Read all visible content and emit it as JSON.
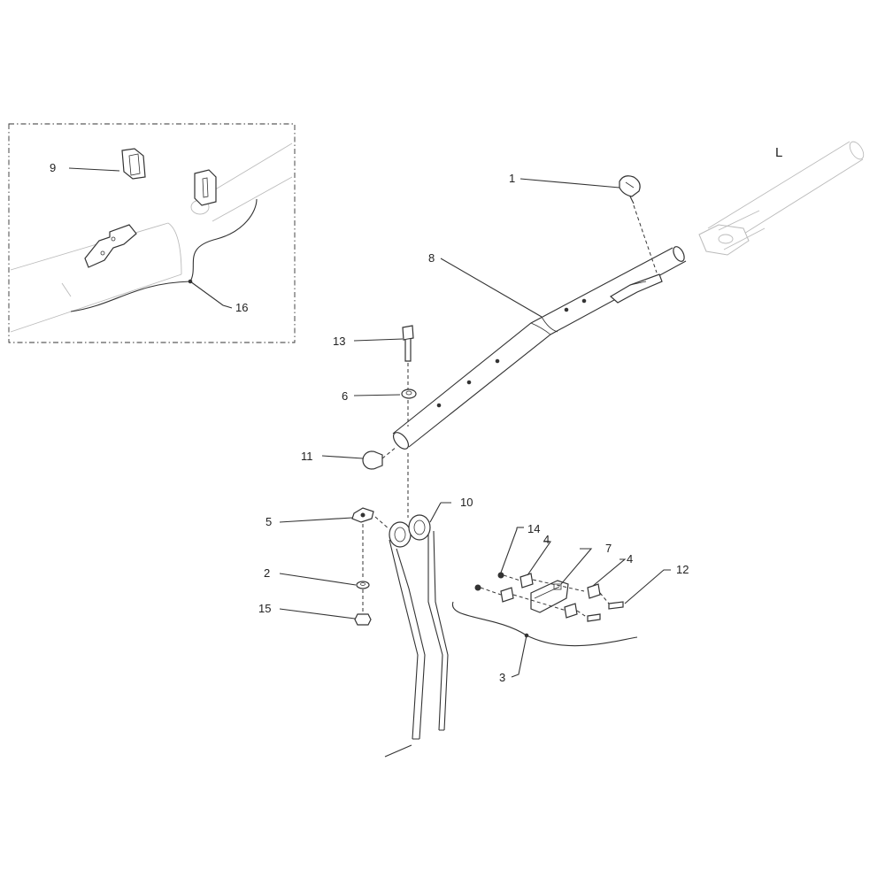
{
  "callouts": [
    {
      "id": "c1",
      "text": "1"
    },
    {
      "id": "c2",
      "text": "2"
    },
    {
      "id": "c3",
      "text": "3"
    },
    {
      "id": "c4a",
      "text": "4"
    },
    {
      "id": "c4b",
      "text": "4"
    },
    {
      "id": "c5",
      "text": "5"
    },
    {
      "id": "c6",
      "text": "6"
    },
    {
      "id": "c7",
      "text": "7"
    },
    {
      "id": "c8",
      "text": "8"
    },
    {
      "id": "c9",
      "text": "9"
    },
    {
      "id": "c10",
      "text": "10"
    },
    {
      "id": "c11",
      "text": "11"
    },
    {
      "id": "c12",
      "text": "12"
    },
    {
      "id": "c13",
      "text": "13"
    },
    {
      "id": "c14",
      "text": "14"
    },
    {
      "id": "c15",
      "text": "15"
    },
    {
      "id": "c16",
      "text": "16"
    }
  ],
  "side_marker": "L"
}
